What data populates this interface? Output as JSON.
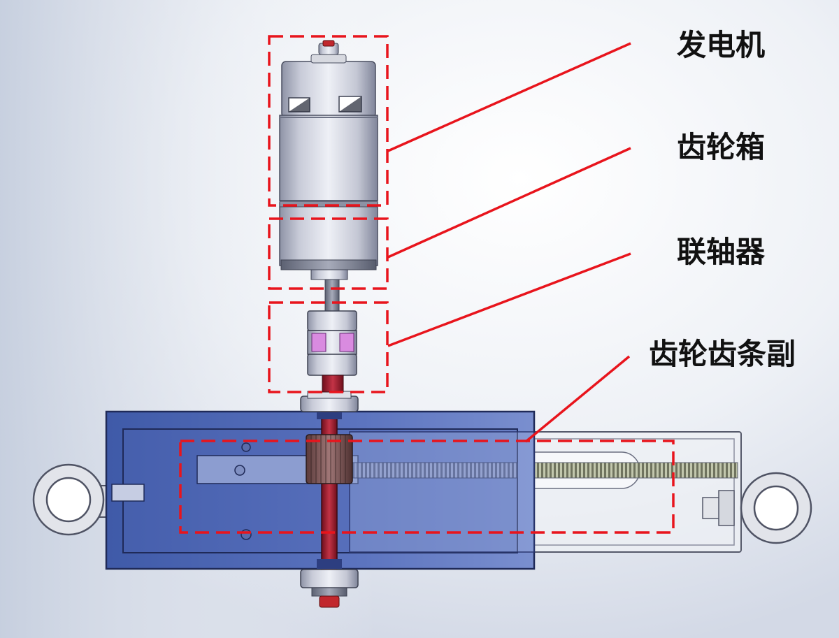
{
  "labels": {
    "generator": "发电机",
    "gearbox": "齿轮箱",
    "coupling": "联轴器",
    "rack_pinion": "齿轮齿条副"
  },
  "components": [
    {
      "id": "generator",
      "icon": "motor-cylinder"
    },
    {
      "id": "gearbox",
      "icon": "gearbox-cylinder"
    },
    {
      "id": "coupling",
      "icon": "jaw-coupling"
    },
    {
      "id": "rack_pinion",
      "icon": "rack-and-pinion"
    }
  ],
  "colors": {
    "callout": "#e8141c",
    "housing": "#4f68b4",
    "rack_tube": "#e9ecf0",
    "motor_body": "#c9ccd8",
    "shaft": "#a01c2c",
    "coupling_insert": "#d98be0"
  }
}
